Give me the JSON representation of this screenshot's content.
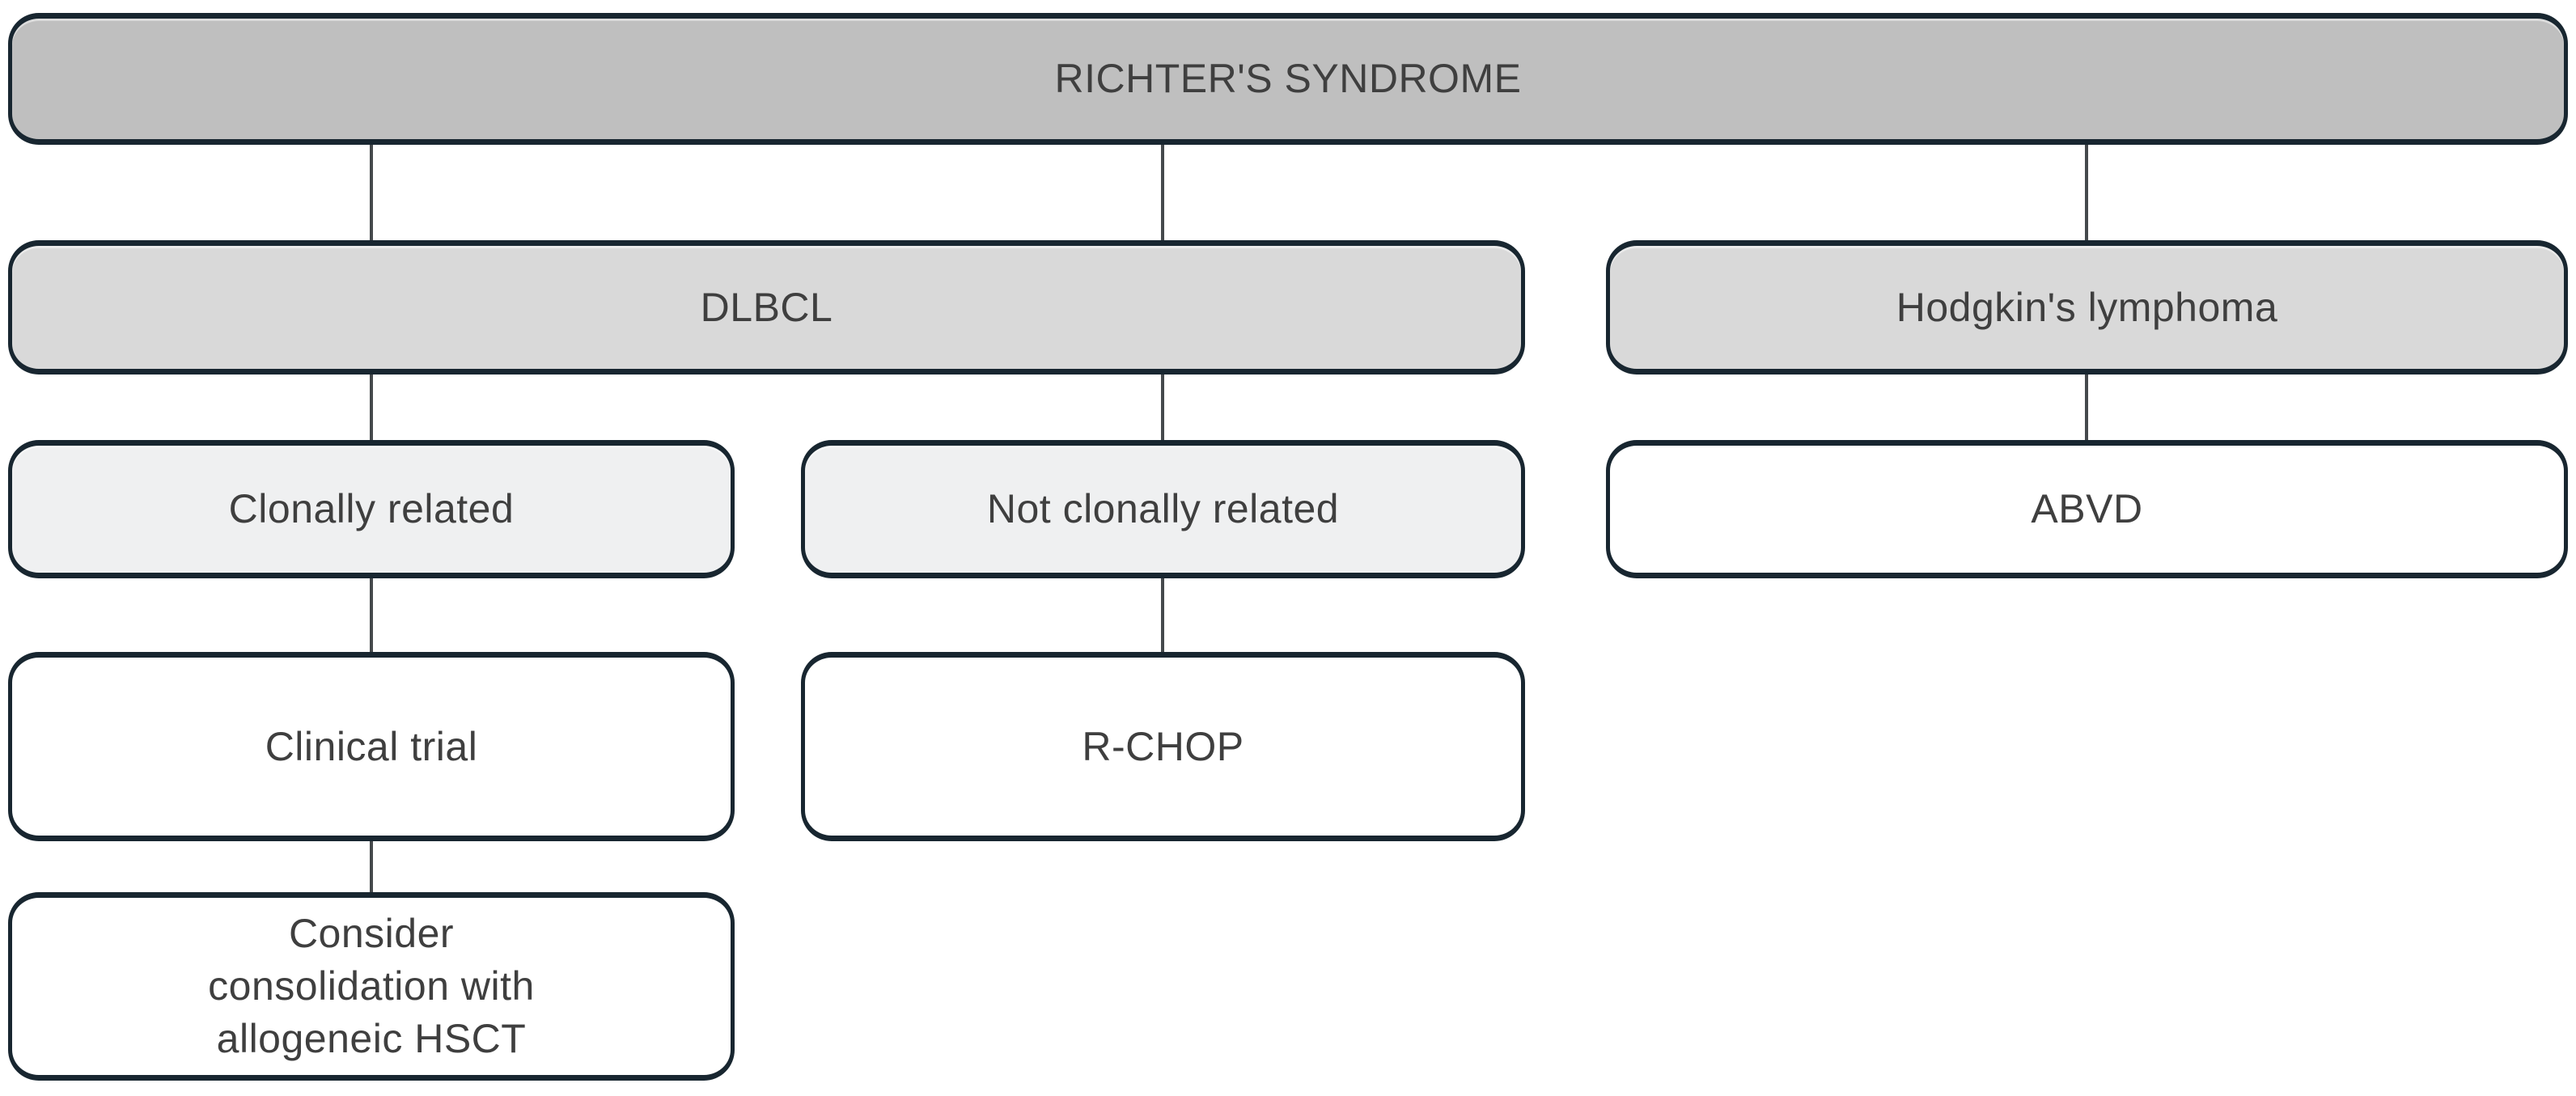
{
  "diagram": {
    "type": "flowchart",
    "direction": "top-down",
    "title": "RICHTER'S SYNDROME",
    "nodes": [
      {
        "id": "richters",
        "label": "RICHTER'S SYNDROME",
        "level": 1,
        "fill": "#bfbfbf"
      },
      {
        "id": "dlbcl",
        "label": "DLBCL",
        "level": 2,
        "fill": "#d9d9d9",
        "parent": "richters"
      },
      {
        "id": "hodgkin",
        "label": "Hodgkin's lymphoma",
        "level": 2,
        "fill": "#d9d9d9",
        "parent": "richters"
      },
      {
        "id": "clonally",
        "label": "Clonally related",
        "level": 3,
        "fill": "#eff0f1",
        "parent": "dlbcl"
      },
      {
        "id": "not_clonally",
        "label": "Not clonally related",
        "level": 3,
        "fill": "#eff0f1",
        "parent": "dlbcl"
      },
      {
        "id": "abvd",
        "label": "ABVD",
        "level": 3,
        "fill": "#ffffff",
        "parent": "hodgkin"
      },
      {
        "id": "clinical",
        "label": "Clinical trial",
        "level": 4,
        "fill": "#ffffff",
        "parent": "clonally"
      },
      {
        "id": "rchop",
        "label": "R-CHOP",
        "level": 4,
        "fill": "#ffffff",
        "parent": "not_clonally"
      },
      {
        "id": "consider",
        "label": "Consider consolidation with allogeneic HSCT",
        "level": 5,
        "fill": "#ffffff",
        "parent": "clinical"
      }
    ],
    "edges": [
      {
        "from": "richters",
        "to": "dlbcl"
      },
      {
        "from": "richters",
        "to": "dlbcl"
      },
      {
        "from": "richters",
        "to": "hodgkin"
      },
      {
        "from": "dlbcl",
        "to": "clonally"
      },
      {
        "from": "dlbcl",
        "to": "not_clonally"
      },
      {
        "from": "hodgkin",
        "to": "abvd"
      },
      {
        "from": "clonally",
        "to": "clinical"
      },
      {
        "from": "not_clonally",
        "to": "rchop"
      },
      {
        "from": "clinical",
        "to": "consider"
      }
    ],
    "palette": {
      "level1_fill": "#bfbfbf",
      "level2_fill": "#d9d9d9",
      "level3_fill": "#eff0f1",
      "white_fill": "#ffffff",
      "node_border": "#182630",
      "connector": "#45494c",
      "text": "#3f3f3f",
      "background": "#ffffff"
    }
  }
}
